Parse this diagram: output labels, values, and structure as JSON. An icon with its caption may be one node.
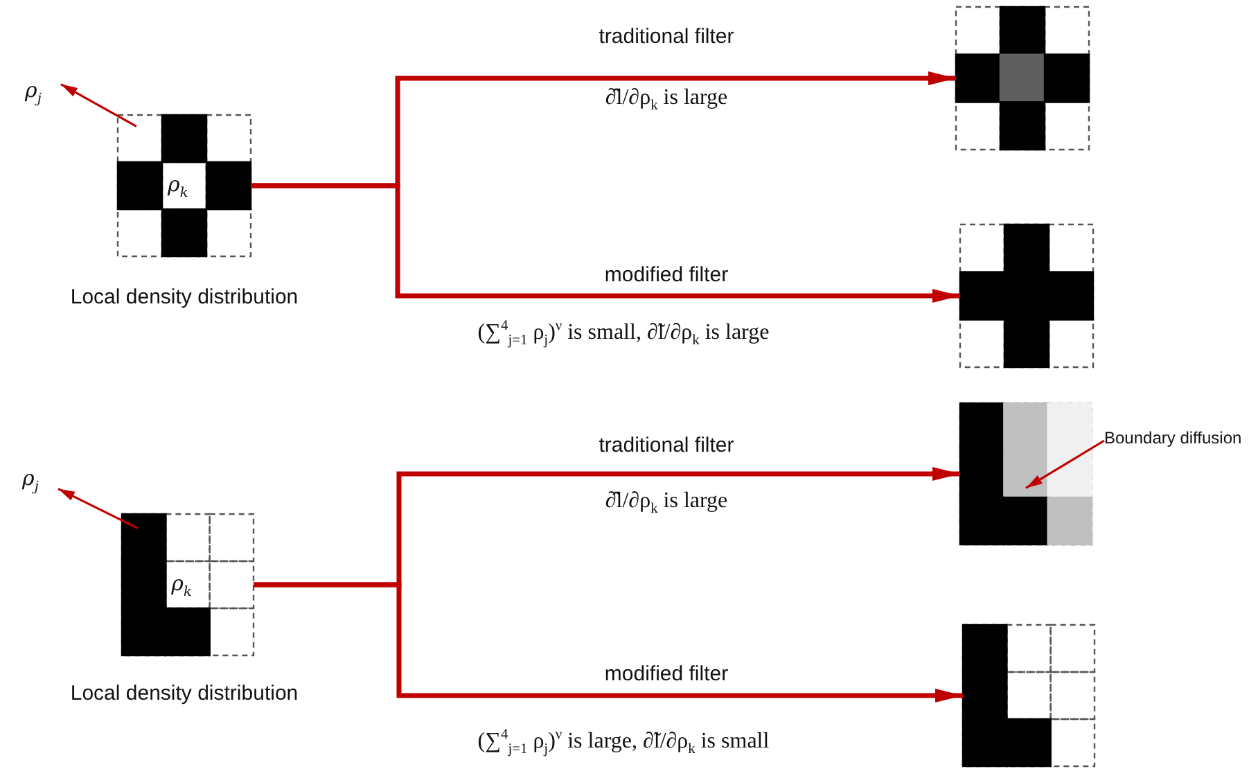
{
  "diagram": {
    "nodes": [
      {
        "text": [
          "ρ$_{j}$"
        ]
      },
      {
        "text": [
          "ρ$_{k}$"
        ],
        "beside": [
          "Local density distribution"
        ]
      },
      {
        "text": [],
        "shape": "grid"
      },
      {
        "text": [],
        "shape": "grid"
      },
      {
        "text": [
          "ρ$_{j}$"
        ]
      },
      {
        "text": [
          "ρ$_{k}$"
        ],
        "beside": [
          "Local density distribution"
        ]
      },
      {
        "text": [],
        "shape": "grid"
      },
      {
        "text": [
          "Boundary diffusion"
        ]
      },
      {
        "text": [],
        "shape": "grid"
      }
    ],
    "edges": [
      {
        "from": 1,
        "to": 0,
        "arrow": "to"
      },
      {
        "from": 1,
        "to": 2,
        "arrow": "to",
        "label": "traditional filter"
      },
      {
        "from": 1,
        "to": 3,
        "arrow": "to",
        "label": "modified filter"
      },
      {
        "from": 5,
        "to": 4,
        "arrow": "to"
      },
      {
        "from": 5,
        "to": 6,
        "arrow": "to",
        "label": "traditional filter"
      },
      {
        "from": 5,
        "to": 8,
        "arrow": "to",
        "label": "modified filter"
      },
      {
        "from": 7,
        "to": 6,
        "arrow": "to"
      }
    ],
    "labels": [
      "∂̂l/∂ρ$_{k}$  is large",
      "(∑$^{4}$$_{j=1}$ ρ$_{j}$)$^{ν}$  is small,  ∂̃l/∂ρ$_{k}$  is large",
      "∂̂l/∂ρ$_{k}$  is large",
      "(∑$^{4}$$_{j=1}$ ρ$_{j}$)$^{ν}$  is large,  ∂̃l/∂ρ$_{k}$  is small"
    ]
  }
}
